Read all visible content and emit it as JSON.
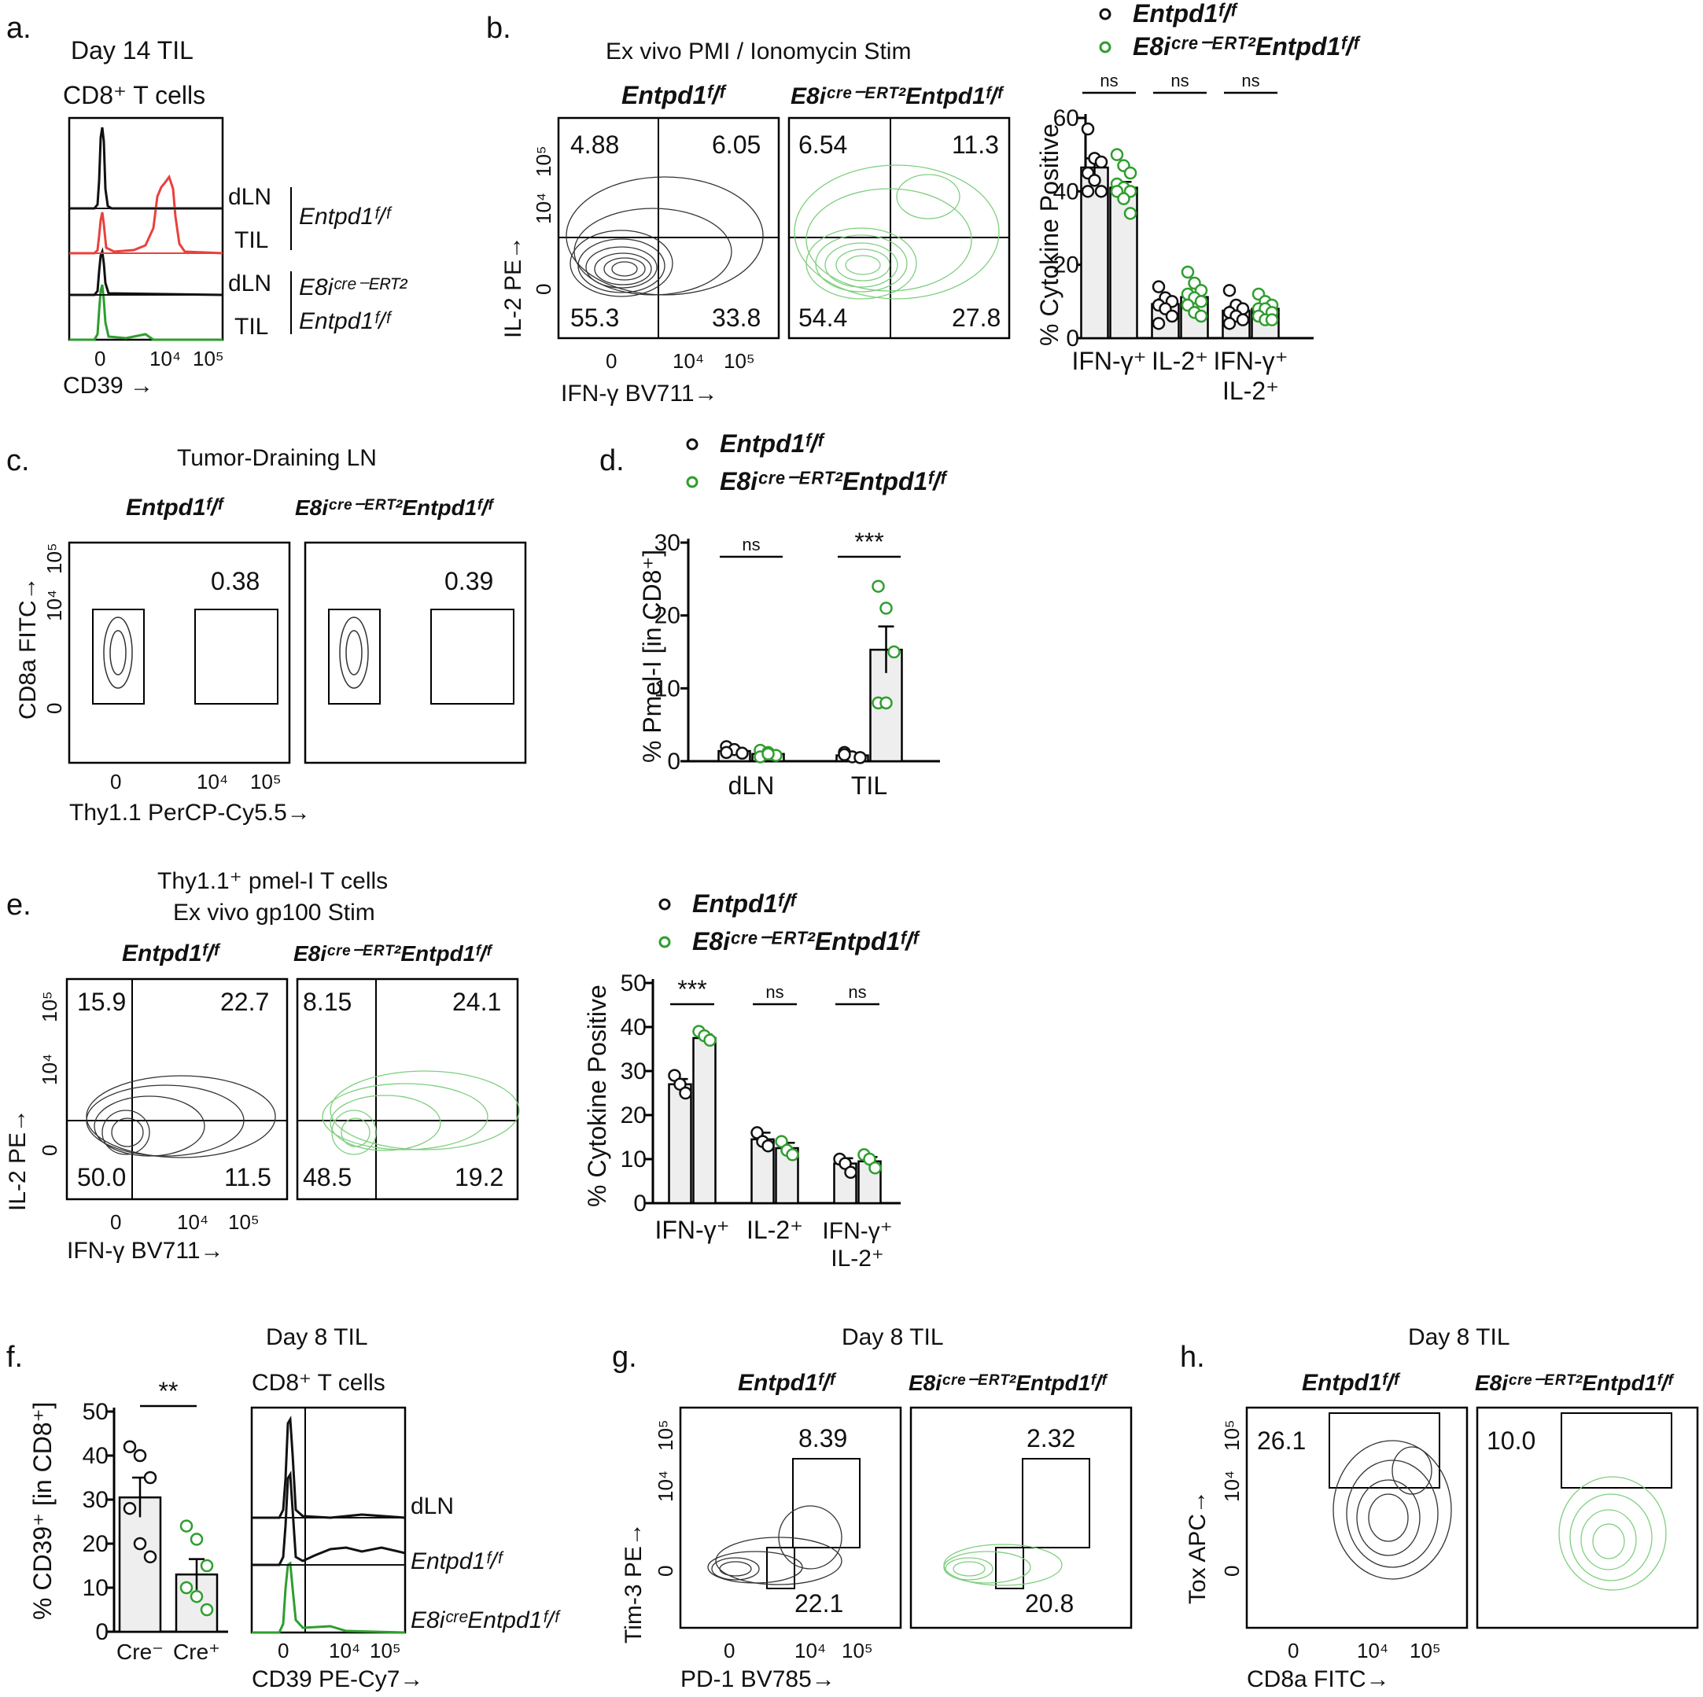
{
  "colors": {
    "black": "#111111",
    "red": "#e8413d",
    "green": "#2e9e2e",
    "light_green": "#7fcf7f",
    "gray": "#777777",
    "bar_fill": "#eeeeee"
  },
  "panel_a": {
    "letter": "a.",
    "title": "Day 14 TIL",
    "subtitle": "CD8⁺ T cells",
    "tracks": [
      {
        "label": "dLN",
        "color": "#111111"
      },
      {
        "label": "TIL",
        "color": "#e8413d"
      },
      {
        "label": "dLN",
        "color": "#111111"
      },
      {
        "label": "TIL",
        "color": "#2e9e2e"
      }
    ],
    "group1": "Entpd1ᶠ/ᶠ",
    "group2_line1": "E8iᶜʳᵉ⁻ᴱᴿᵀ²",
    "group2_line2": "Entpd1ᶠ/ᶠ",
    "x_ticks": [
      "0",
      "10⁴",
      "10⁵"
    ],
    "xlabel": "CD39 →"
  },
  "panel_b": {
    "letter": "b.",
    "title": "Ex vivo PMI / Ionomycin Stim",
    "plot1_title": "Entpd1ᶠ/ᶠ",
    "plot2_title": "E8iᶜʳᵉ⁻ᴱᴿᵀ²Entpd1ᶠ/ᶠ",
    "plot1_quadrants": {
      "ul": "4.88",
      "ur": "6.05",
      "ll": "55.3",
      "lr": "33.8"
    },
    "plot2_quadrants": {
      "ul": "6.54",
      "ur": "11.3",
      "ll": "54.4",
      "lr": "27.8"
    },
    "ylabel": "IL-2 PE→",
    "xlabel": "IFN-γ BV711→",
    "y_ticks": [
      "10⁵",
      "10⁴",
      "0"
    ],
    "x_ticks": [
      "0",
      "10⁴",
      "10⁵"
    ]
  },
  "panel_c": {
    "letter": "c.",
    "title": "Tumor-Draining LN",
    "plot1_title": "Entpd1ᶠ/ᶠ",
    "plot2_title": "E8iᶜʳᵉ⁻ᴱᴿᵀ²Entpd1ᶠ/ᶠ",
    "plot1_gate": "0.38",
    "plot2_gate": "0.39",
    "ylabel": "CD8a FITC→",
    "xlabel": "Thy1.1 PerCP-Cy5.5→",
    "y_ticks": [
      "10⁵",
      "10⁴",
      "0"
    ],
    "x_ticks": [
      "0",
      "10⁴",
      "10⁵"
    ]
  },
  "panel_e": {
    "letter": "e.",
    "title_line1": "Thy1.1⁺ pmel-I T cells",
    "title_line2": "Ex vivo gp100 Stim",
    "plot1_title": "Entpd1ᶠ/ᶠ",
    "plot2_title": "E8iᶜʳᵉ⁻ᴱᴿᵀ²Entpd1ᶠ/ᶠ",
    "plot1_quadrants": {
      "ul": "15.9",
      "ur": "22.7",
      "ll": "50.0",
      "lr": "11.5"
    },
    "plot2_quadrants": {
      "ul": "8.15",
      "ur": "24.1",
      "ll": "48.5",
      "lr": "19.2"
    },
    "ylabel": "IL-2 PE→",
    "xlabel": "IFN-γ BV711→",
    "y_ticks": [
      "10⁵",
      "10⁴",
      "0"
    ],
    "x_ticks": [
      "0",
      "10⁴",
      "10⁵"
    ]
  },
  "panel_f_hist": {
    "title": "Day 8 TIL",
    "subtitle": "CD8⁺ T cells",
    "labels": [
      "dLN",
      "Entpd1ᶠ/ᶠ",
      "E8iᶜʳᵉEntpd1ᶠ/ᶠ"
    ],
    "x_ticks": [
      "0",
      "10⁴",
      "10⁵"
    ],
    "xlabel": "CD39 PE-Cy7→"
  },
  "panel_g": {
    "letter": "g.",
    "title": "Day 8 TIL",
    "plot1_title": "Entpd1ᶠ/ᶠ",
    "plot2_title": "E8iᶜʳᵉ⁻ᴱᴿᵀ²Entpd1ᶠ/ᶠ",
    "plot1_gates": {
      "upper": "8.39",
      "lower": "22.1"
    },
    "plot2_gates": {
      "upper": "2.32",
      "lower": "20.8"
    },
    "ylabel": "Tim-3 PE→",
    "xlabel": "PD-1 BV785→",
    "y_ticks": [
      "10⁵",
      "10⁴",
      "0"
    ],
    "x_ticks": [
      "0",
      "10⁴",
      "10⁵"
    ]
  },
  "panel_h": {
    "letter": "h.",
    "title": "Day 8 TIL",
    "plot1_title": "Entpd1ᶠ/ᶠ",
    "plot2_title": "E8iᶜʳᵉ⁻ᴱᴿᵀ²Entpd1ᶠ/ᶠ",
    "plot1_gate": "26.1",
    "plot2_gate": "10.0",
    "ylabel": "Tox APC→",
    "xlabel": "CD8a FITC→",
    "y_ticks": [
      "10⁵",
      "10⁴",
      "0"
    ],
    "x_ticks": [
      "0",
      "10⁴",
      "10⁵"
    ]
  },
  "chart_data": [
    {
      "id": "b",
      "type": "bar",
      "ylabel": "% Cytokine Positive",
      "ylim": [
        0,
        60
      ],
      "yticks": [
        0,
        20,
        40,
        60
      ],
      "categories": [
        "IFN-γ⁺",
        "IL-2⁺",
        "IFN-γ⁺ IL-2⁺"
      ],
      "legend": [
        "Entpd1ᶠ/ᶠ",
        "E8iᶜʳᵉ⁻ᴱᴿᵀ²Entpd1ᶠ/ᶠ"
      ],
      "sig": [
        "ns",
        "ns",
        "ns"
      ],
      "series": [
        {
          "name": "Entpd1ᶠ/ᶠ",
          "values": [
            46.5,
            9.3,
            7.5
          ],
          "sem": [
            2.5,
            1.3,
            1.1
          ],
          "points": [
            [
              57,
              49,
              48,
              45,
              43,
              40,
              40
            ],
            [
              14,
              11,
              10,
              9,
              8,
              6,
              4
            ],
            [
              13,
              9,
              8,
              7,
              6,
              5,
              4
            ]
          ]
        },
        {
          "name": "E8iᶜʳᵉ⁻ᴱᴿᵀ²Entpd1ᶠ/ᶠ",
          "values": [
            41.0,
            11.2,
            8.0
          ],
          "sem": [
            1.6,
            1.2,
            0.8
          ],
          "points": [
            [
              50,
              47,
              45,
              42,
              41,
              40,
              40,
              38,
              34
            ],
            [
              18,
              15,
              13,
              12,
              11,
              10,
              9,
              7,
              6
            ],
            [
              12,
              10,
              9,
              8,
              8,
              7,
              6,
              5,
              5
            ]
          ]
        }
      ]
    },
    {
      "id": "d",
      "type": "bar",
      "ylabel": "% Pmel-I [in CD8⁺]",
      "ylim": [
        0,
        30
      ],
      "yticks": [
        0,
        10,
        20,
        30
      ],
      "categories": [
        "dLN",
        "TIL"
      ],
      "legend": [
        "Entpd1ᶠ/ᶠ",
        "E8iᶜʳᵉ⁻ᴱᴿᵀ²Entpd1ᶠ/ᶠ"
      ],
      "sig": [
        "ns",
        "***"
      ],
      "series": [
        {
          "name": "Entpd1ᶠ/ᶠ",
          "values": [
            1.4,
            0.8
          ],
          "sem": [
            0.3,
            0.2
          ],
          "points": [
            [
              2.0,
              1.6,
              1.1,
              1.2
            ],
            [
              1.2,
              0.6,
              0.5,
              0.9
            ]
          ]
        },
        {
          "name": "E8iᶜʳᵉ⁻ᴱᴿᵀ²Entpd1ᶠ/ᶠ",
          "values": [
            1.0,
            15.3
          ],
          "sem": [
            0.3,
            3.2
          ],
          "points": [
            [
              1.5,
              1.2,
              0.8,
              0.6,
              1.0
            ],
            [
              24,
              21,
              15,
              8,
              8
            ]
          ]
        }
      ]
    },
    {
      "id": "e",
      "type": "bar",
      "ylabel": "% Cytokine Positive",
      "ylim": [
        0,
        50
      ],
      "yticks": [
        0,
        10,
        20,
        30,
        40,
        50
      ],
      "categories": [
        "IFN-γ⁺",
        "IL-2⁺",
        "IFN-γ⁺ IL-2⁺"
      ],
      "legend": [
        "Entpd1ᶠ/ᶠ",
        "E8iᶜʳᵉ⁻ᴱᴿᵀ²Entpd1ᶠ/ᶠ"
      ],
      "sig": [
        "***",
        "ns",
        "ns"
      ],
      "series": [
        {
          "name": "Entpd1ᶠ/ᶠ",
          "values": [
            27.0,
            14.5,
            9.0
          ],
          "sem": [
            1.2,
            1.5,
            1.2
          ],
          "points": [
            [
              29,
              27,
              25
            ],
            [
              16,
              14,
              13
            ],
            [
              10,
              9,
              7
            ]
          ]
        },
        {
          "name": "E8iᶜʳᵉ⁻ᴱᴿᵀ²Entpd1ᶠ/ᶠ",
          "values": [
            37.5,
            12.5,
            9.5
          ],
          "sem": [
            0.8,
            1.2,
            1.0
          ],
          "points": [
            [
              39,
              38,
              37
            ],
            [
              14,
              12,
              11
            ],
            [
              11,
              10,
              8
            ]
          ]
        }
      ]
    },
    {
      "id": "f",
      "type": "bar",
      "ylabel": "% CD39⁺ [in CD8⁺]",
      "ylim": [
        0,
        50
      ],
      "yticks": [
        0,
        10,
        20,
        30,
        40,
        50
      ],
      "categories": [
        "Cre⁻",
        "Cre⁺"
      ],
      "sig": [
        "**"
      ],
      "series": [
        {
          "name": "Cre⁻",
          "values": [
            30.5,
            null
          ],
          "sem": [
            4.5,
            null
          ],
          "points": [
            [
              42,
              40,
              35,
              28,
              20,
              17
            ],
            []
          ]
        },
        {
          "name": "Cre⁺",
          "values": [
            null,
            13.0
          ],
          "sem": [
            null,
            3.5
          ],
          "points": [
            [],
            [
              24,
              21,
              15,
              10,
              8,
              5
            ]
          ]
        }
      ]
    }
  ]
}
